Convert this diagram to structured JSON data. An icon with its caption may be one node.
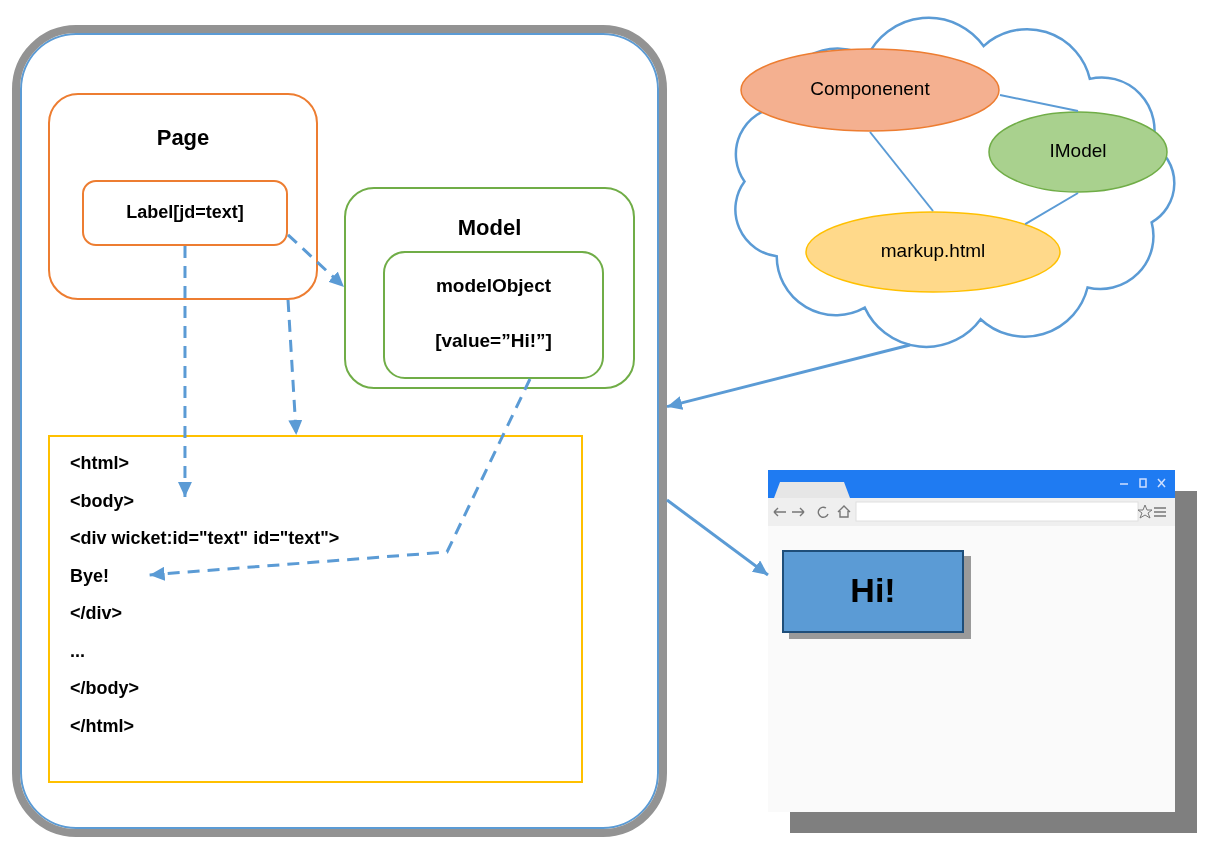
{
  "diagram": {
    "nodes": [
      {
        "text": [],
        "shape": "box"
      },
      {
        "text": [
          "Page"
        ],
        "in": 0
      },
      {
        "text": [
          "Label[jd=text]"
        ],
        "in": 1
      },
      {
        "text": [
          "Model"
        ],
        "in": 0
      },
      {
        "text": [
          "modelObject",
          "[value=”Hi!”]"
        ],
        "in": 3
      },
      {
        "text": [
          "<html>",
          "<body>",
          "<div wicket:id=\"text\" id=\"text\">",
          "Bye!",
          "</div>",
          "...",
          "</body>",
          "</html>"
        ],
        "in": 0
      },
      {
        "text": [],
        "shape": "cloud"
      },
      {
        "text": [
          "Componenent"
        ],
        "in": 6
      },
      {
        "text": [
          "IModel"
        ],
        "in": 6
      },
      {
        "text": [
          "markup.html"
        ],
        "in": 6
      },
      {
        "text": [],
        "shape": "picture"
      },
      {
        "text": [
          "Hi!"
        ],
        "in": 10
      }
    ],
    "edges": [
      {
        "from": 7,
        "to": 8,
        "arrow": "none"
      },
      {
        "from": 7,
        "to": 9,
        "arrow": "none"
      },
      {
        "from": 8,
        "to": 9,
        "arrow": "none"
      },
      {
        "from": 6,
        "to": 0,
        "arrow": "to"
      },
      {
        "from": 0,
        "to": 10,
        "arrow": "to"
      },
      {
        "from": 1,
        "to": 5,
        "arrow": "to",
        "style": "dashed"
      },
      {
        "from": 2,
        "to": 3,
        "arrow": "to",
        "style": "dashed"
      },
      {
        "from": 2,
        "to": 5,
        "arrow": "to",
        "style": "dashed"
      },
      {
        "from": 4,
        "to": 5,
        "arrow": "to",
        "style": "dashed"
      }
    ]
  }
}
